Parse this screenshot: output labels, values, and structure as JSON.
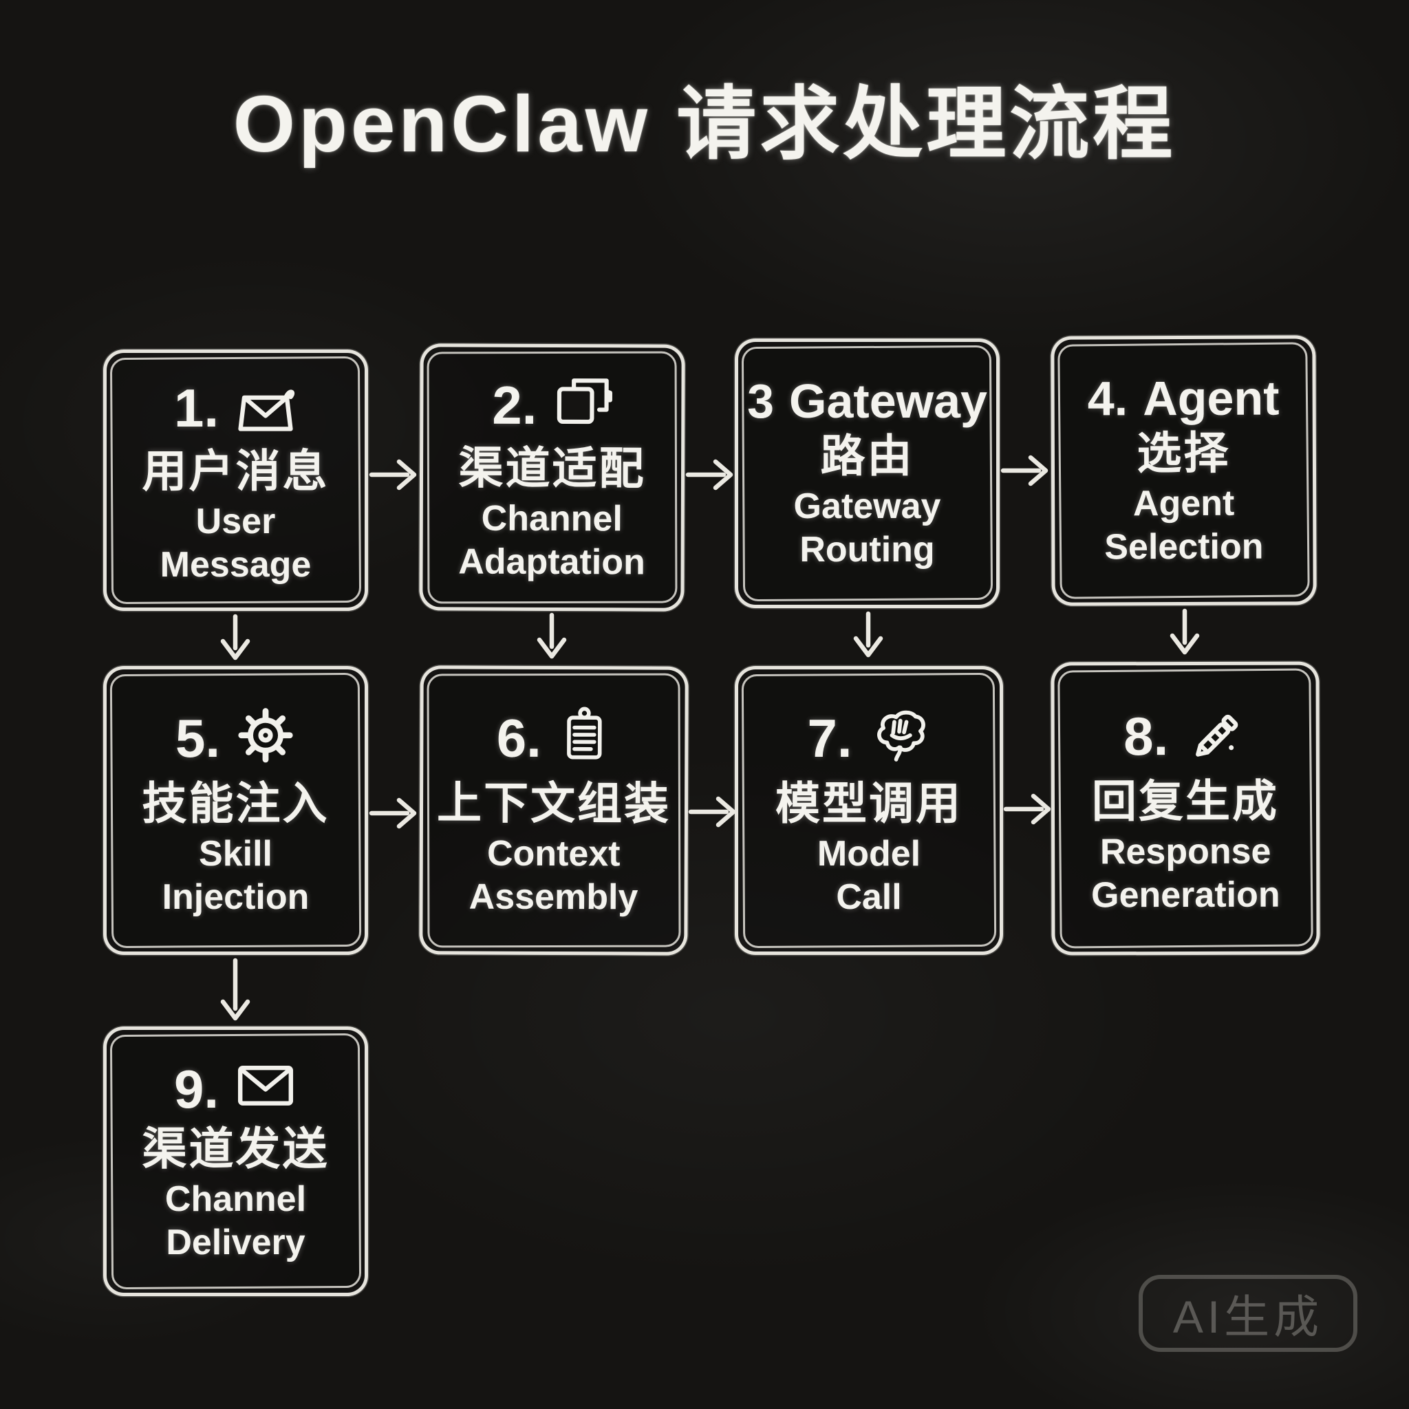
{
  "title": "OpenClaw 请求处理流程",
  "watermark": "AI生成",
  "colors": {
    "background": "#151412",
    "chalk": "#f2f1ec",
    "watermark": "#6b6a66"
  },
  "nodes": [
    {
      "number": "1.",
      "icon": "envelope-open-icon",
      "head": "",
      "zh": "用户消息",
      "en1": "User",
      "en2": "Message"
    },
    {
      "number": "2.",
      "icon": "channel-overlap-icon",
      "head": "",
      "zh": "渠道适配",
      "en1": "Channel",
      "en2": "Adaptation"
    },
    {
      "number": "3",
      "icon": "",
      "head": "Gateway",
      "zh": "路由",
      "en1": "Gateway",
      "en2": "Routing"
    },
    {
      "number": "4.",
      "icon": "",
      "head": "Agent",
      "zh": "选择",
      "en1": "Agent",
      "en2": "Selection"
    },
    {
      "number": "5.",
      "icon": "gear-icon",
      "head": "",
      "zh": "技能注入",
      "en1": "Skill",
      "en2": "Injection"
    },
    {
      "number": "6.",
      "icon": "notepad-icon",
      "head": "",
      "zh": "上下文组装",
      "en1": "Context",
      "en2": "Assembly"
    },
    {
      "number": "7.",
      "icon": "brain-icon",
      "head": "",
      "zh": "模型调用",
      "en1": "Model",
      "en2": "Call"
    },
    {
      "number": "8.",
      "icon": "pen-icon",
      "head": "",
      "zh": "回复生成",
      "en1": "Response",
      "en2": "Generation"
    },
    {
      "number": "9.",
      "icon": "envelope-icon",
      "head": "",
      "zh": "渠道发送",
      "en1": "Channel",
      "en2": "Delivery"
    }
  ],
  "connections": [
    "1→2",
    "2→3",
    "3→4",
    "1→5",
    "2→6",
    "3→7",
    "4→8",
    "5→6",
    "6→7",
    "7→8",
    "5→9"
  ]
}
